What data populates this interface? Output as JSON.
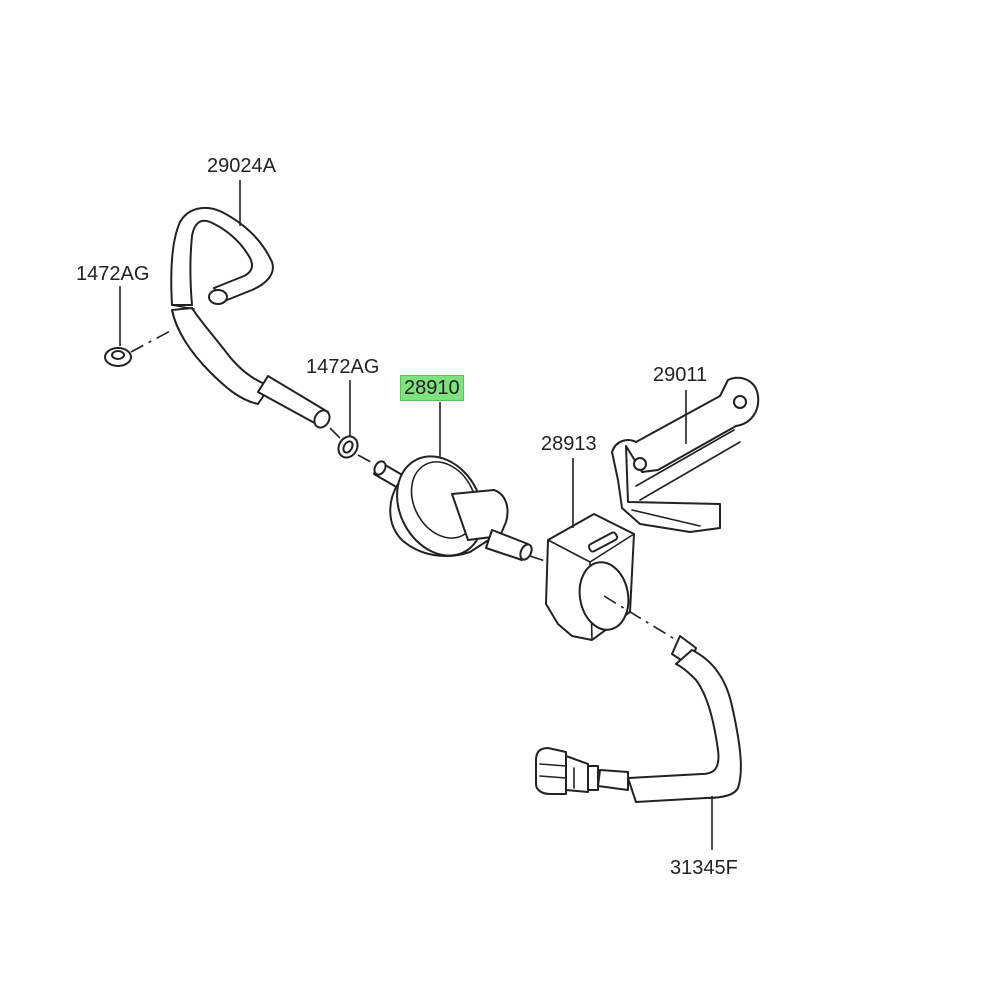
{
  "parts": {
    "hose_upper": "29024A",
    "clamp_upper": "1472AG",
    "clamp_middle": "1472AG",
    "fuel_filter": "28910",
    "holder": "28913",
    "bracket": "29011",
    "hose_lower": "31345F"
  },
  "highlight_color": "#7ee27e"
}
